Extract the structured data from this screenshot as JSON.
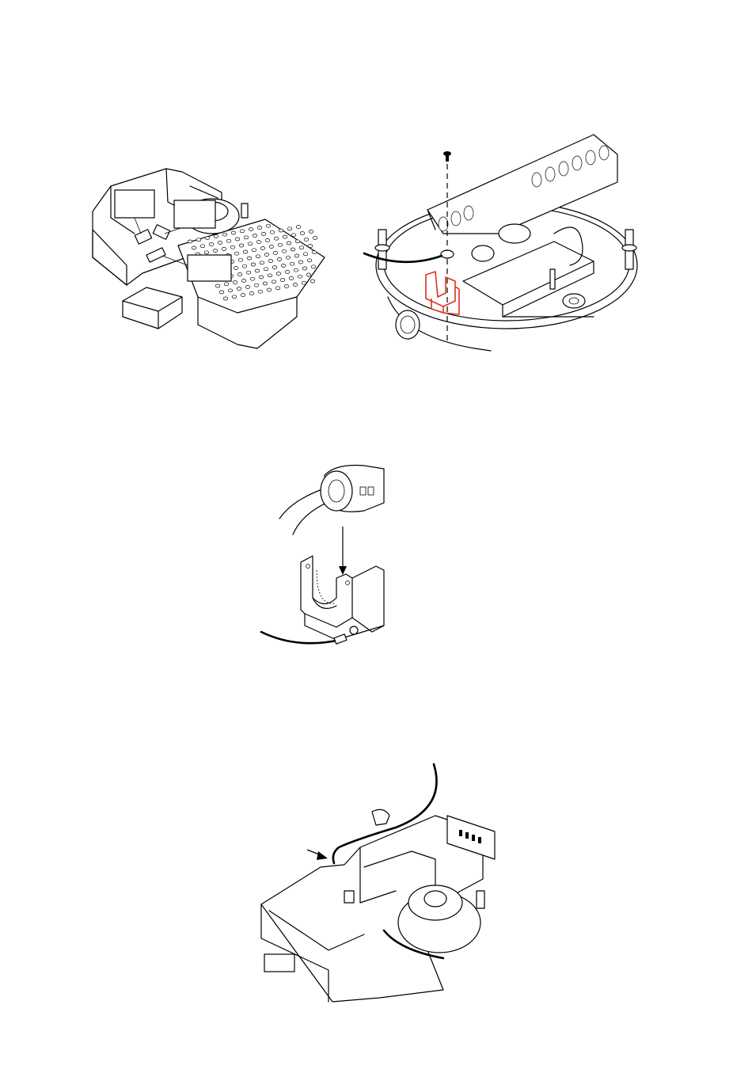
{
  "figures": [
    {
      "id": "figure-1",
      "callouts": [
        "",
        "",
        ""
      ]
    },
    {
      "id": "figure-2"
    },
    {
      "id": "figure-3"
    },
    {
      "id": "figure-4",
      "callouts": [
        ""
      ]
    }
  ],
  "colors": {
    "line": "#000000",
    "highlight": "#e0301e",
    "background": "#ffffff"
  },
  "icons": [
    "screw-icon",
    "arrow-down-icon",
    "arrow-pointer-icon"
  ]
}
